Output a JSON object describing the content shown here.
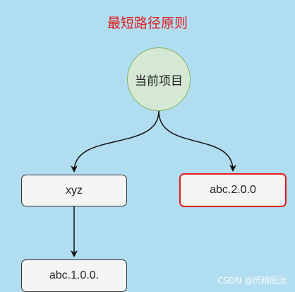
{
  "title": "最短路径原则",
  "nodes": {
    "root": "当前项目",
    "xyz": "xyz",
    "abc2": "abc.2.0.0",
    "abc1": "abc.1.0.0."
  },
  "colors": {
    "background": "#b1ddf0",
    "title": "#e01b1b",
    "root_fill": "#d5e8d4",
    "root_border": "#82b366",
    "highlight_border": "#e51c1c",
    "box_fill": "#f5f5f5"
  },
  "watermark": "CSDN @历精图治"
}
